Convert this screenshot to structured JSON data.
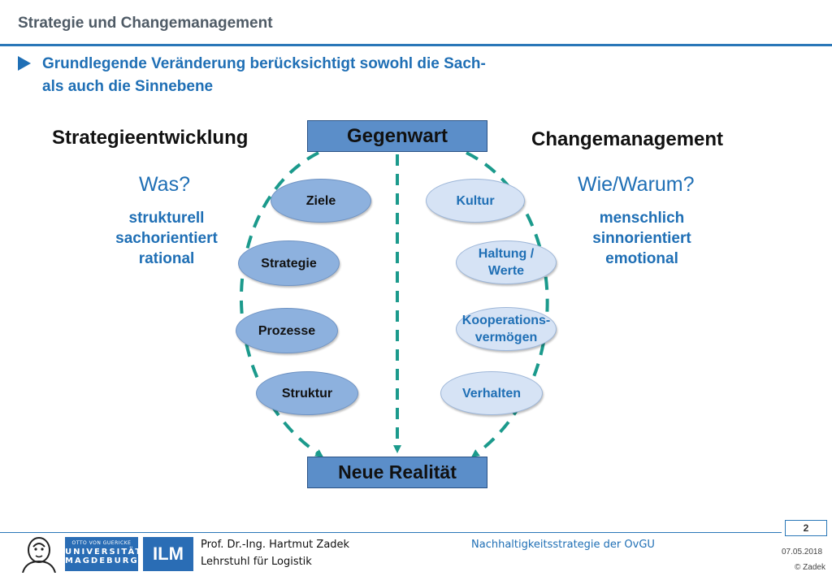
{
  "header": {
    "title": "Strategie und Changemanagement"
  },
  "bullet": {
    "line1": "Grundlegende Veränderung berücksichtigt sowohl die Sach-",
    "line2": "als auch die Sinnebene"
  },
  "left_column": {
    "heading": "Strategieentwicklung",
    "question": "Was?",
    "attributes": [
      "strukturell",
      "sachorientiert",
      "rational"
    ],
    "ovals": [
      "Ziele",
      "Strategie",
      "Prozesse",
      "Struktur"
    ]
  },
  "right_column": {
    "heading": "Changemanagement",
    "question": "Wie/Warum?",
    "attributes": [
      "menschlich",
      "sinnorientiert",
      "emotional"
    ],
    "ovals": [
      "Kultur",
      "Haltung / Werte",
      "Kooperations-vermögen",
      "Verhalten"
    ]
  },
  "diagram": {
    "top_box": "Gegenwart",
    "bottom_box": "Neue Realität",
    "colors": {
      "box": "#5b8ec9",
      "arrow": "#1b9a8c",
      "text_blue": "#1f6fb5"
    }
  },
  "footer": {
    "page_number": "2",
    "university": {
      "line1": "OTTO VON GUERICKE",
      "line2": "UNIVERSITÄT",
      "line3": "MAGDEBURG"
    },
    "ilm": "ILM",
    "author": "Prof. Dr.-Ing. Hartmut Zadek",
    "chair": "Lehrstuhl für Logistik",
    "center_text": "Nachhaltigkeitsstrategie der OvGU",
    "date": "07.05.2018",
    "copyright": "© Zadek"
  }
}
